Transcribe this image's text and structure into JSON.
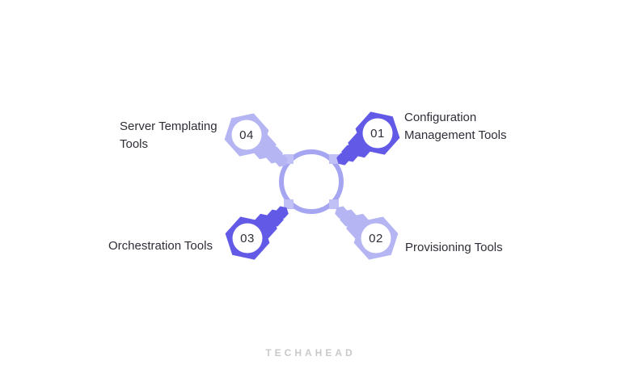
{
  "colors": {
    "dark_purple": "#6259E6",
    "light_purple": "#B5B5F4",
    "ring": "#A6A5F1",
    "tab": "#C0BFF6",
    "text": "#2E2E38",
    "logo": "#C9C9C9"
  },
  "items": [
    {
      "number": "01",
      "label": "Configuration Management Tools",
      "position": "top-right",
      "variant": "dark"
    },
    {
      "number": "02",
      "label": "Provisioning Tools",
      "position": "bottom-right",
      "variant": "light"
    },
    {
      "number": "03",
      "label": "Orchestration Tools",
      "position": "bottom-left",
      "variant": "dark"
    },
    {
      "number": "04",
      "label": "Server Templating Tools",
      "position": "top-left",
      "variant": "light"
    }
  ],
  "footer": {
    "brand": "TECHAHEAD"
  }
}
